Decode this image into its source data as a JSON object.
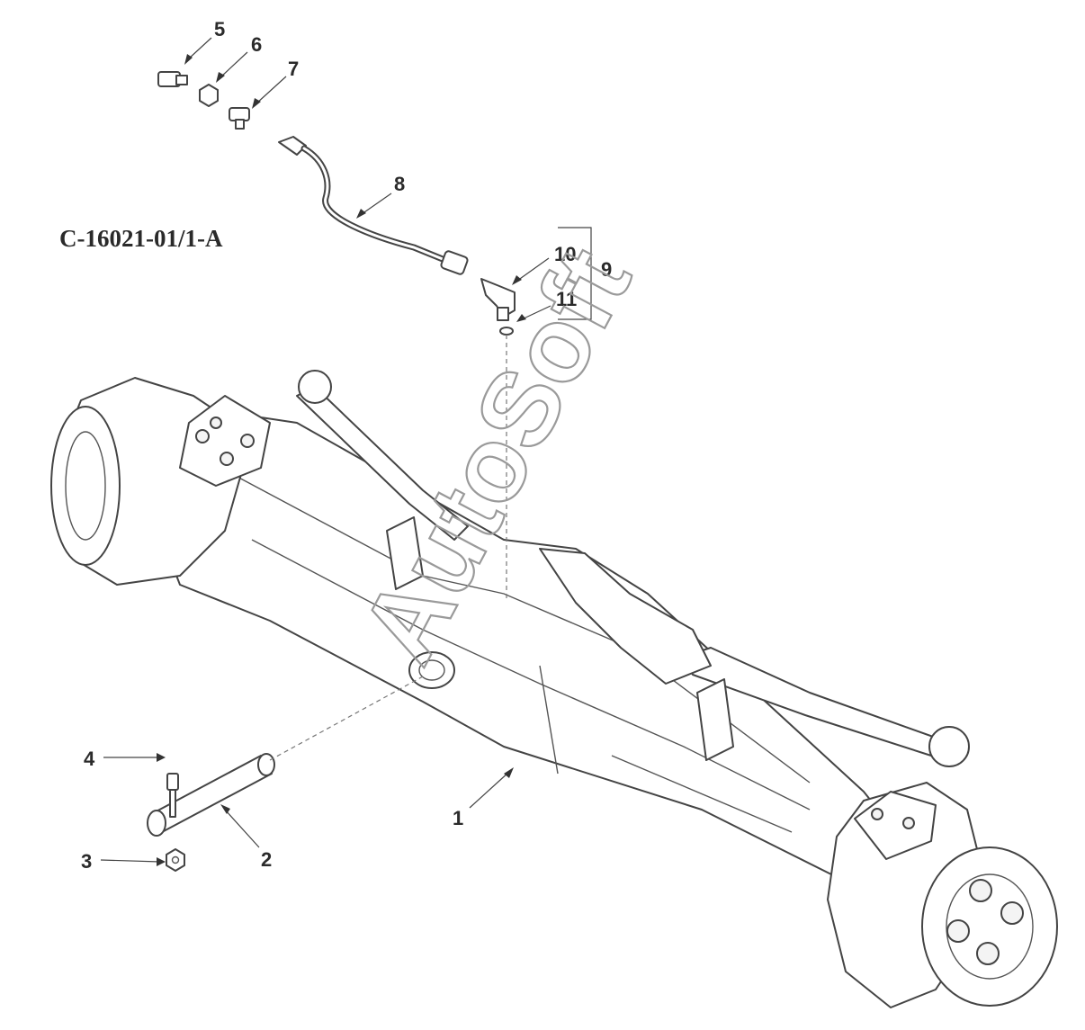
{
  "figure": {
    "code": "C-16021-01/1-A",
    "watermark": "AutoSoft"
  },
  "callouts": [
    {
      "label": "1",
      "part": "axle-housing"
    },
    {
      "label": "2",
      "part": "pivot-pin"
    },
    {
      "label": "3",
      "part": "nut"
    },
    {
      "label": "4",
      "part": "bolt"
    },
    {
      "label": "5",
      "part": "fitting"
    },
    {
      "label": "6",
      "part": "nut"
    },
    {
      "label": "7",
      "part": "screw"
    },
    {
      "label": "8",
      "part": "pipe"
    },
    {
      "label": "9",
      "part": "fitting-kit"
    },
    {
      "label": "10",
      "part": "elbow-fitting"
    },
    {
      "label": "11",
      "part": "seal-ring"
    }
  ]
}
